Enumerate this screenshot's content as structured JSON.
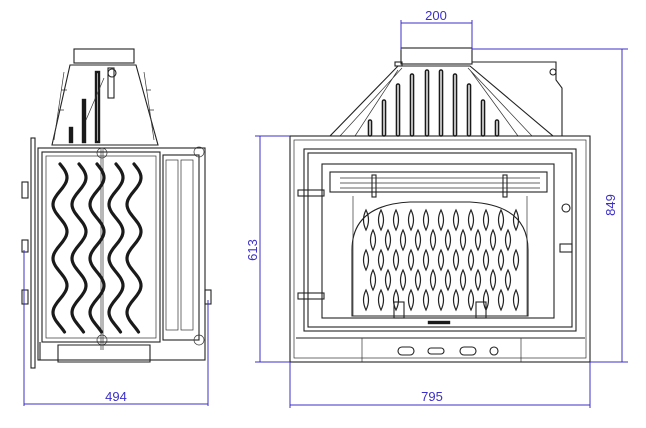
{
  "drawing": {
    "dimensions": {
      "flue_diameter": "200",
      "total_height": "849",
      "frame_height": "613",
      "depth": "494",
      "width": "795"
    },
    "colors": {
      "dimension_line": "#3b2fc9",
      "outline": "#222222"
    }
  }
}
